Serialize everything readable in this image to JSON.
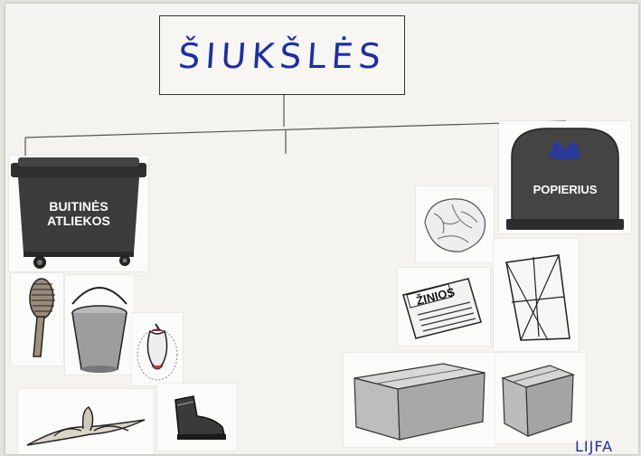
{
  "title": "ŠIUKŠLĖS",
  "bins": {
    "household_label_line1": "BUITINĖS",
    "household_label_line2": "ATLIEKOS",
    "paper_label": "POPIERIUS"
  },
  "newspaper_text": "ŽINIOS",
  "corner_text": "LIJFA",
  "items_household": [
    "hairbrush",
    "bucket",
    "apple-core",
    "banana-peel",
    "boot"
  ],
  "items_paper": [
    "crumpled-paper",
    "newspaper",
    "paper-sheet",
    "cardboard-box-large",
    "cardboard-box-small"
  ],
  "colors": {
    "title": "#1d2fa6",
    "bin": "#3a3a3a"
  }
}
